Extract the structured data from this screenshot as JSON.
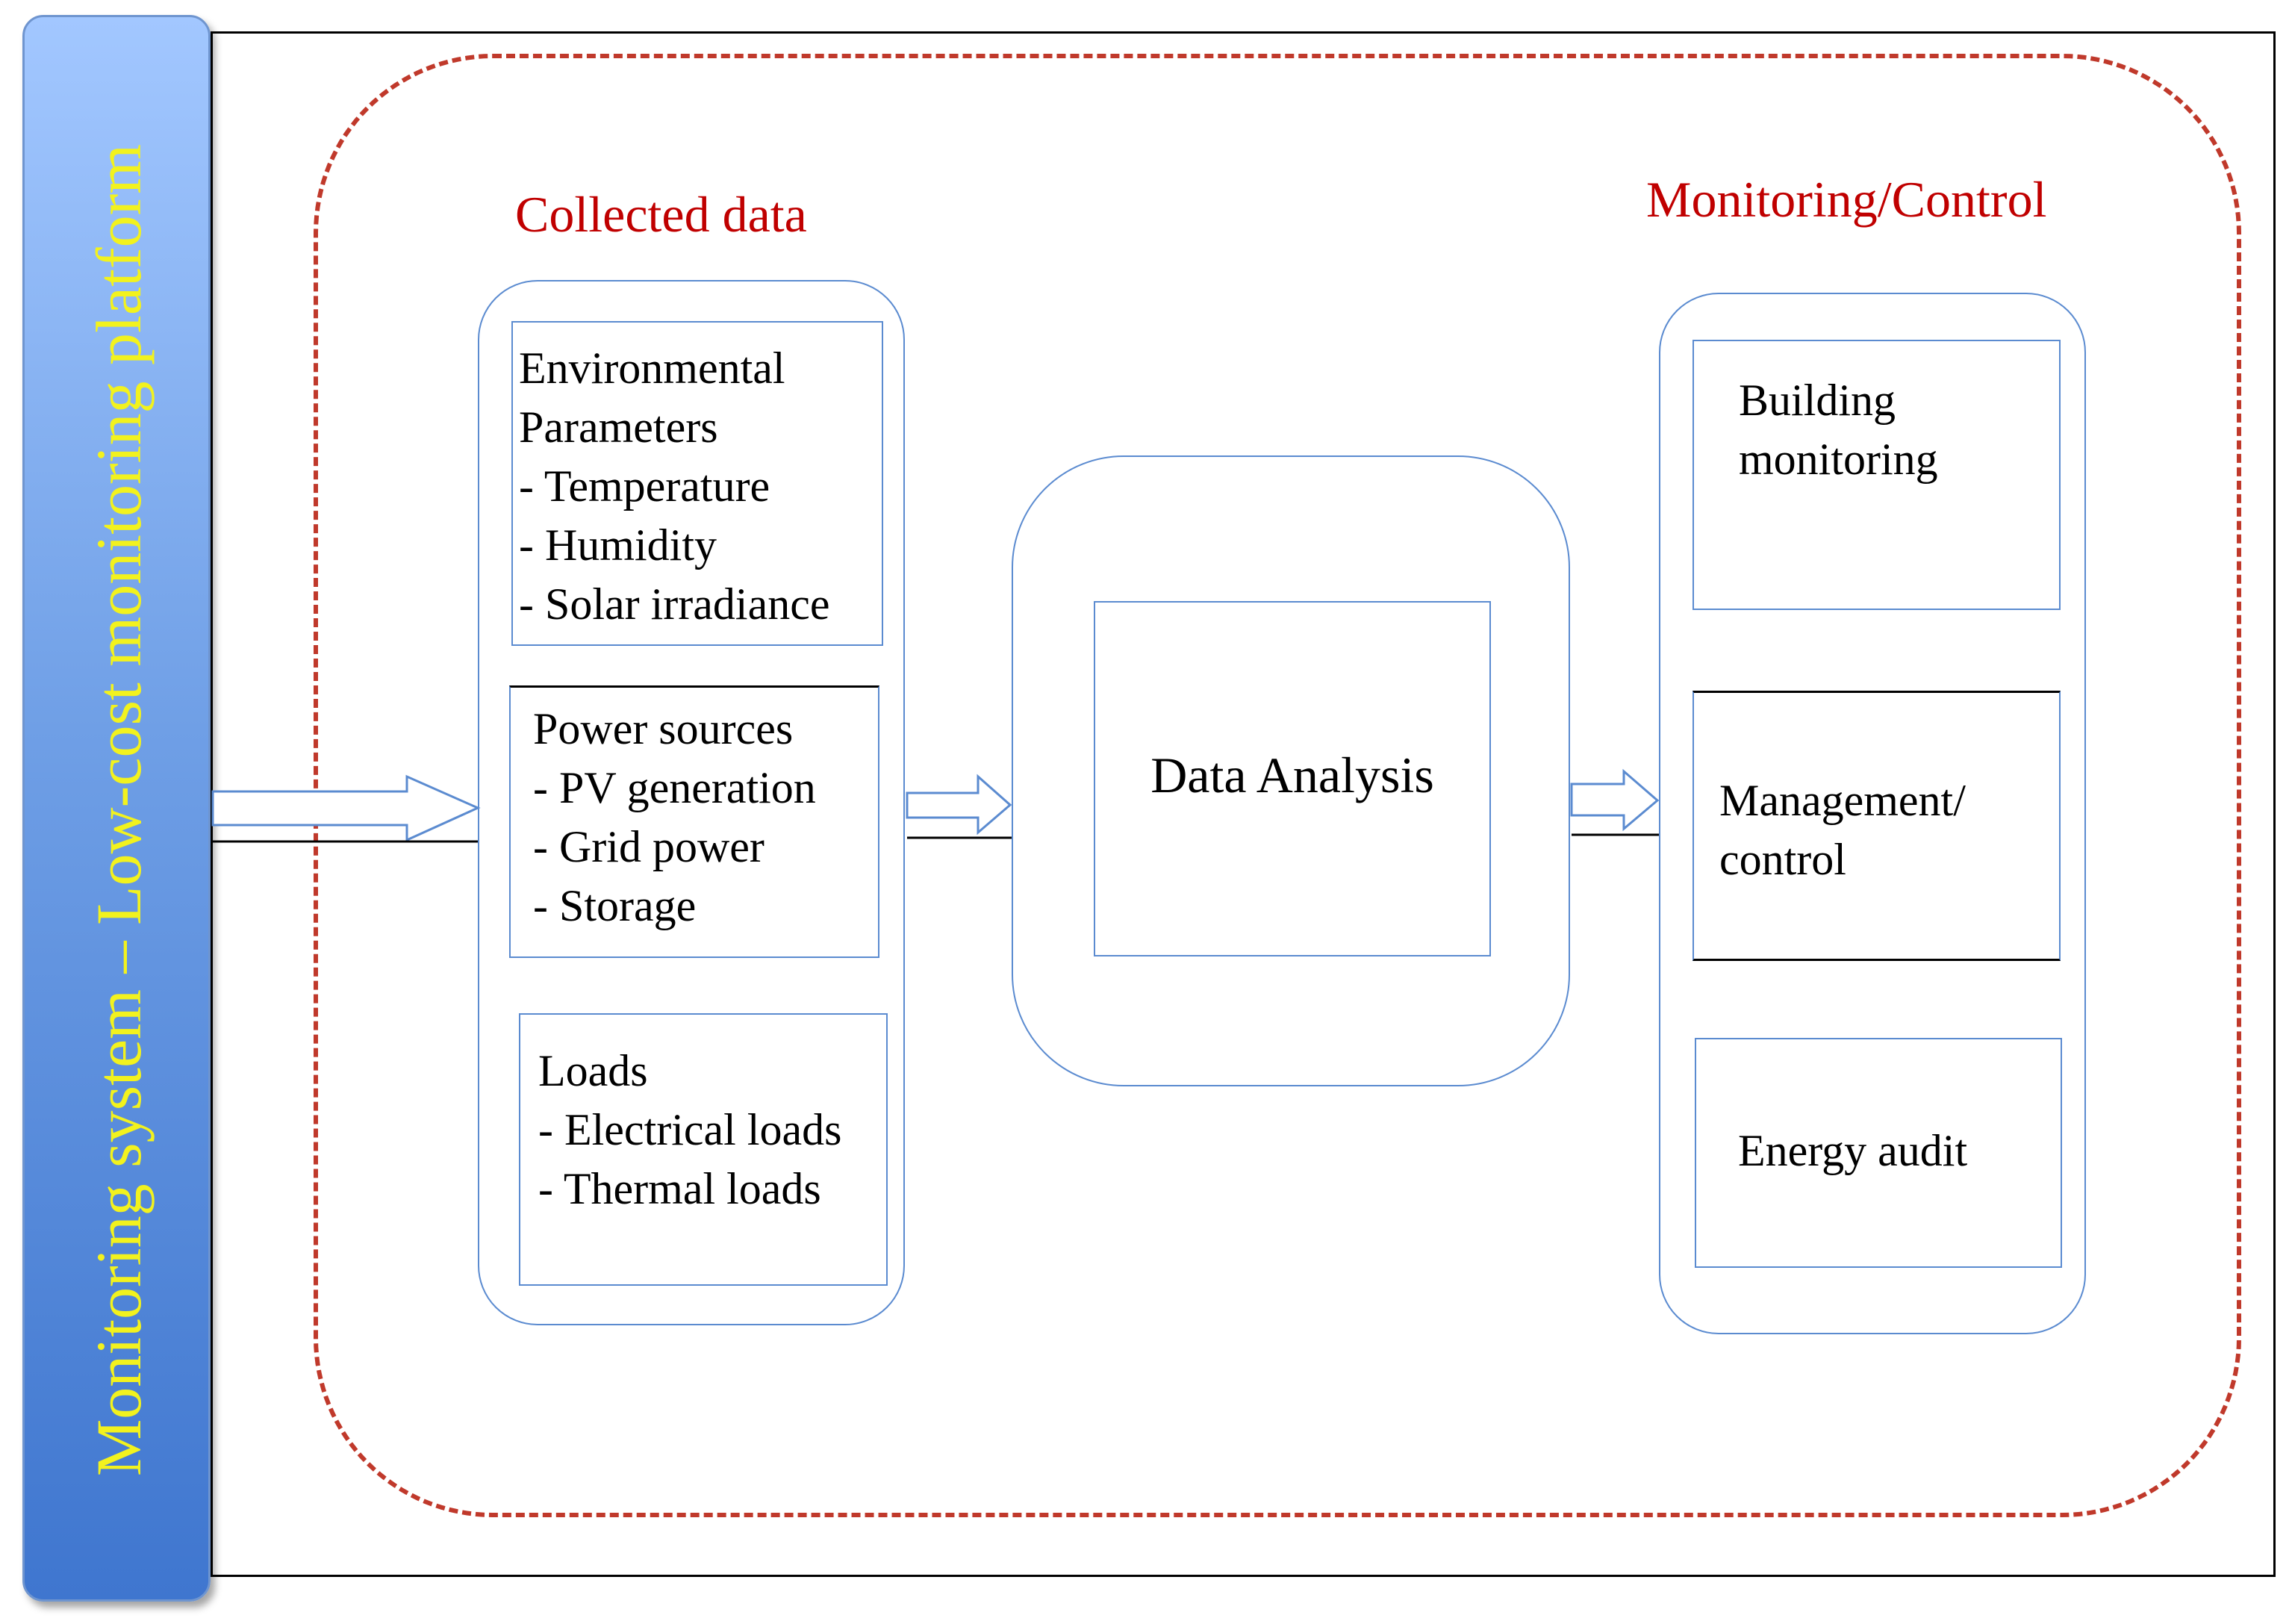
{
  "sidebar": {
    "title": "Monitoring system – Low-cost monitoring platform"
  },
  "headings": {
    "collected": "Collected data",
    "monitoring": "Monitoring/Control"
  },
  "collected_boxes": [
    {
      "lines": [
        "Environmental",
        "Parameters",
        "- Temperature",
        "- Humidity",
        "- Solar irradiance"
      ]
    },
    {
      "lines": [
        "Power sources",
        "- PV generation",
        "- Grid power",
        "- Storage"
      ]
    },
    {
      "lines": [
        "Loads",
        "- Electrical  loads",
        "- Thermal  loads"
      ]
    }
  ],
  "analysis": {
    "label": "Data Analysis"
  },
  "control_boxes": [
    {
      "lines": [
        "Building",
        "monitoring"
      ]
    },
    {
      "lines": [
        "Management/",
        "control"
      ]
    },
    {
      "lines": [
        "Energy audit"
      ]
    }
  ],
  "colors": {
    "dashed": "#c0392b",
    "heading": "#c00000",
    "box_border": "#5b8bd0",
    "sidebar_text": "#f2f21e"
  }
}
